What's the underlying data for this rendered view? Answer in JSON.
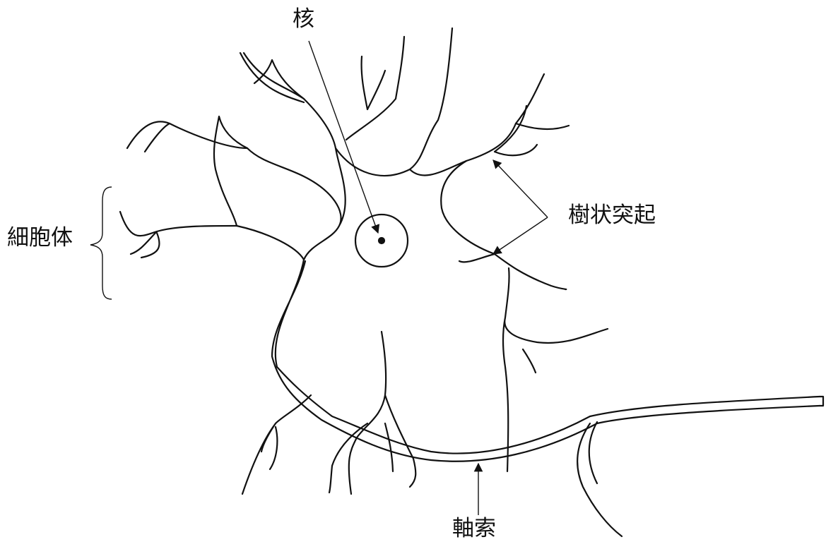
{
  "labels": {
    "nucleus": "核",
    "dendrites": "樹状突起",
    "cell_body": "細胞体",
    "axon": "軸索"
  },
  "colors": {
    "line": "#111111",
    "background": "#ffffff"
  }
}
